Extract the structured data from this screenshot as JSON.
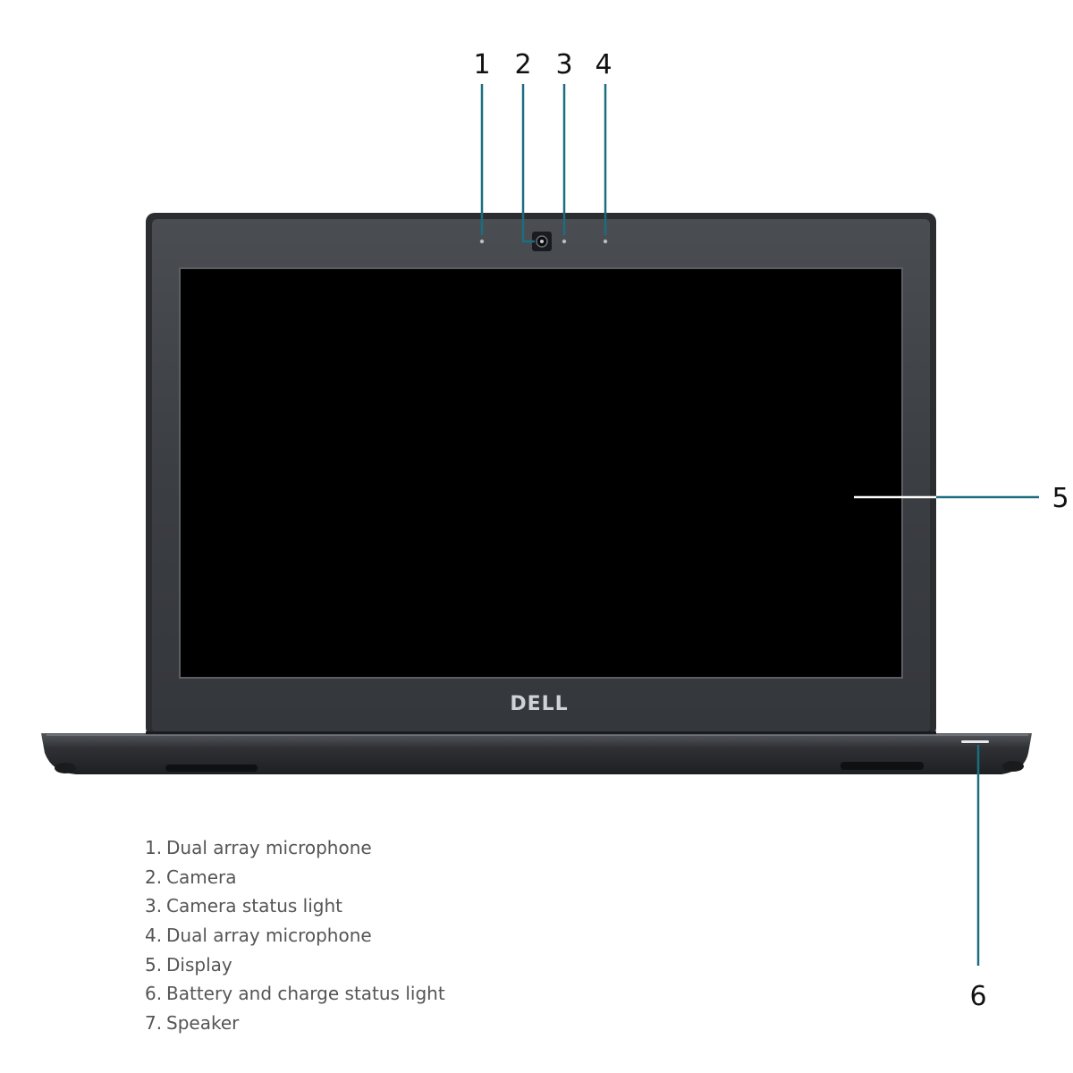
{
  "callouts": [
    {
      "number": "1",
      "target": "microphone-left"
    },
    {
      "number": "2",
      "target": "camera"
    },
    {
      "number": "3",
      "target": "camera-status-light"
    },
    {
      "number": "4",
      "target": "microphone-right"
    },
    {
      "number": "5",
      "target": "display"
    },
    {
      "number": "6",
      "target": "battery-status-light"
    }
  ],
  "logo": "DELL",
  "legend": [
    {
      "number": "1.",
      "label": "Dual array microphone"
    },
    {
      "number": "2.",
      "label": "Camera"
    },
    {
      "number": "3.",
      "label": "Camera status light"
    },
    {
      "number": "4.",
      "label": "Dual array microphone"
    },
    {
      "number": "5.",
      "label": "Display"
    },
    {
      "number": "6.",
      "label": "Battery and charge status light"
    },
    {
      "number": "7.",
      "label": "Speaker"
    }
  ],
  "colors": {
    "leader_line": "#1a6e80",
    "bezel": "#3a3d42",
    "screen": "#000000",
    "base": "#2e3034"
  }
}
